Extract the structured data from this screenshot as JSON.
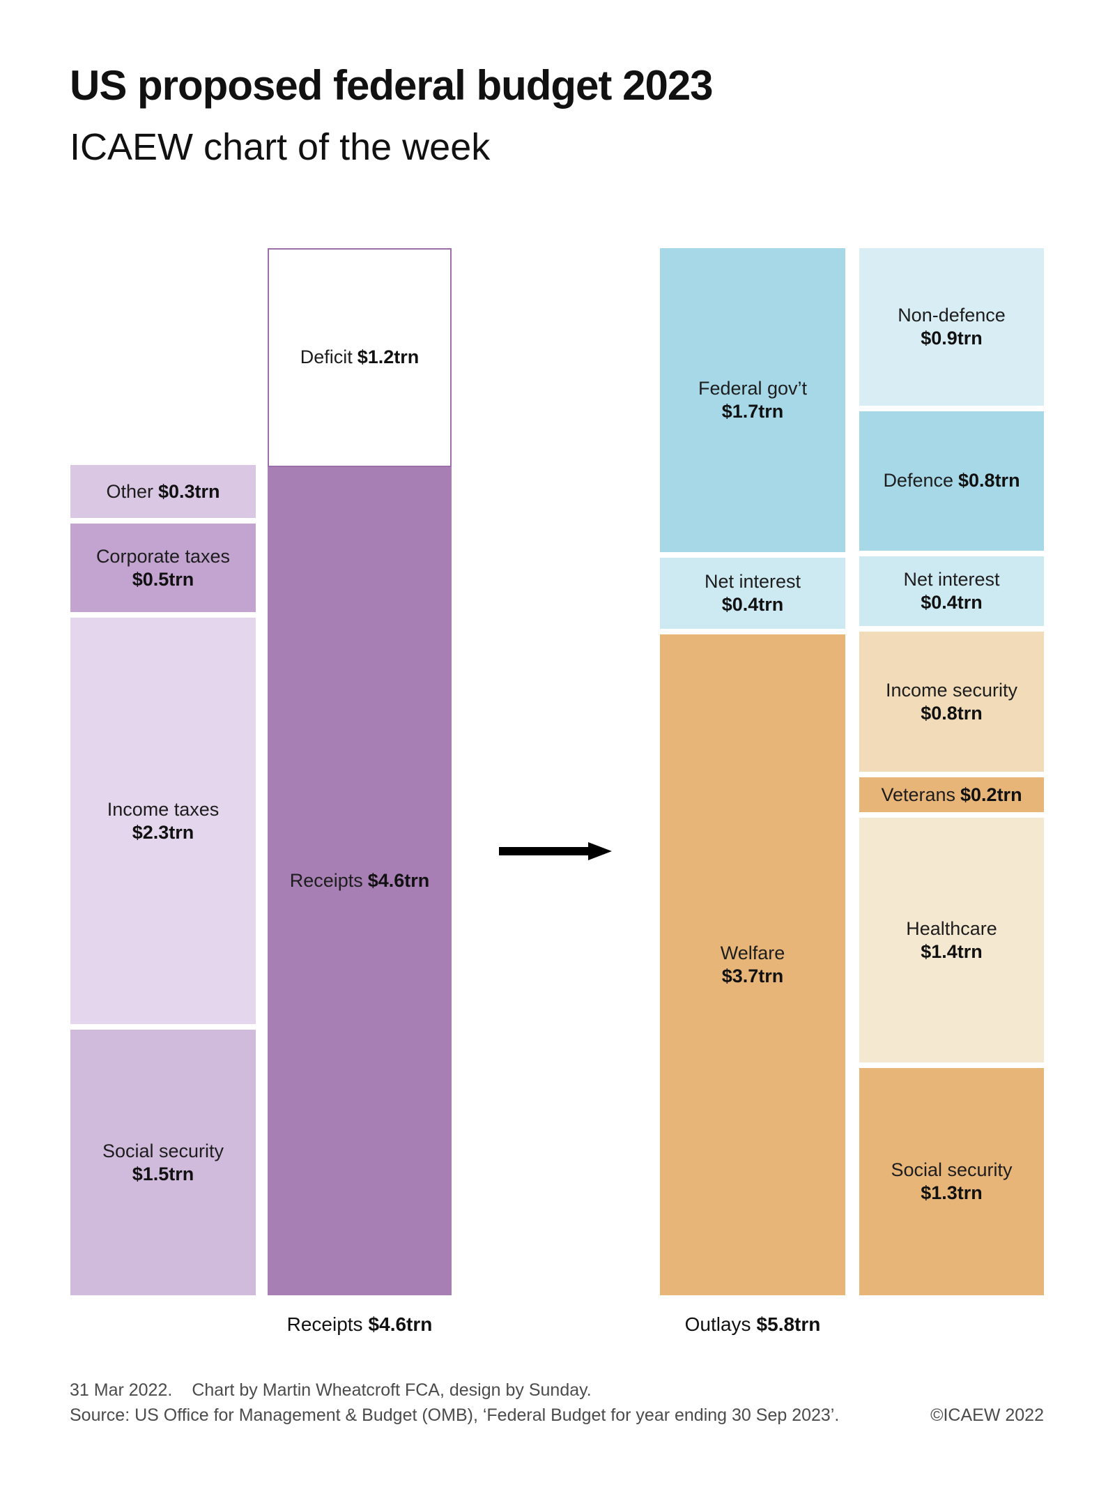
{
  "header": {
    "title": "US proposed federal budget 2023",
    "subtitle": "ICAEW chart of the week"
  },
  "chart_data": {
    "type": "bar",
    "subtype": "stacked-column-comparison",
    "title": "US proposed federal budget 2023",
    "unit": "trillion USD",
    "totals": {
      "receipts": 4.6,
      "outlays": 5.8,
      "deficit": 1.2
    },
    "legend_position": "none",
    "grid": false,
    "columns": [
      {
        "name": "receipts-breakdown",
        "segments": [
          {
            "label": "Other",
            "value_text": "$0.3trn",
            "value": 0.3
          },
          {
            "label": "Corporate taxes",
            "value_text": "$0.5trn",
            "value": 0.5
          },
          {
            "label": "Income taxes",
            "value_text": "$2.3trn",
            "value": 2.3
          },
          {
            "label": "Social security",
            "value_text": "$1.5trn",
            "value": 1.5
          }
        ]
      },
      {
        "name": "receipts-total-with-deficit",
        "segments": [
          {
            "label": "Deficit",
            "value_text": "$1.2trn",
            "value": 1.2
          },
          {
            "label": "Receipts",
            "value_text": "$4.6trn",
            "value": 4.6
          }
        ]
      },
      {
        "name": "outlays-main",
        "segments": [
          {
            "label": "Federal gov’t",
            "value_text": "$1.7trn",
            "value": 1.7
          },
          {
            "label": "Net interest",
            "value_text": "$0.4trn",
            "value": 0.4
          },
          {
            "label": "Welfare",
            "value_text": "$3.7trn",
            "value": 3.7
          }
        ]
      },
      {
        "name": "outlays-breakdown",
        "segments": [
          {
            "label": "Non-defence",
            "value_text": "$0.9trn",
            "value": 0.9
          },
          {
            "label": "Defence",
            "value_text": "$0.8trn",
            "value": 0.8
          },
          {
            "label": "Net interest",
            "value_text": "$0.4trn",
            "value": 0.4
          },
          {
            "label": "Income security",
            "value_text": "$0.8trn",
            "value": 0.8
          },
          {
            "label": "Veterans",
            "value_text": "$0.2trn",
            "value": 0.2
          },
          {
            "label": "Healthcare",
            "value_text": "$1.4trn",
            "value": 1.4
          },
          {
            "label": "Social security",
            "value_text": "$1.3trn",
            "value": 1.3
          }
        ]
      }
    ],
    "axis_labels": {
      "receipts": {
        "name": "Receipts",
        "value": "$4.6trn"
      },
      "outlays": {
        "name": "Outlays",
        "value": "$5.8trn"
      }
    }
  },
  "colors": {
    "receipts_purple": "#a77fb4",
    "deficit_border_purple": "#9c6fab",
    "other_lavender": "#d9c7e3",
    "corporate_lavender": "#c3a4d1",
    "income_lavender": "#e4d6ec",
    "social_security_lavender": "#d0bbdd",
    "federal_gov_blue": "#a6d8e8",
    "net_interest_blue": "#cde9f2",
    "non_defence_blue": "#d8edf4",
    "welfare_tan": "#e8b579",
    "income_security_tan": "#f1dbb9",
    "healthcare_tan": "#f5e8d0",
    "text_black": "#111111",
    "footer_gray": "#4b4b4b",
    "arrow_black": "#000000",
    "background": "#ffffff"
  },
  "footer": {
    "date": "31 Mar 2022.",
    "credit": "Chart by Martin Wheatcroft FCA, design by Sunday.",
    "source": "Source: US Office for Management & Budget (OMB), ‘Federal Budget for year ending 30 Sep 2023’.",
    "copyright": "©ICAEW 2022"
  }
}
